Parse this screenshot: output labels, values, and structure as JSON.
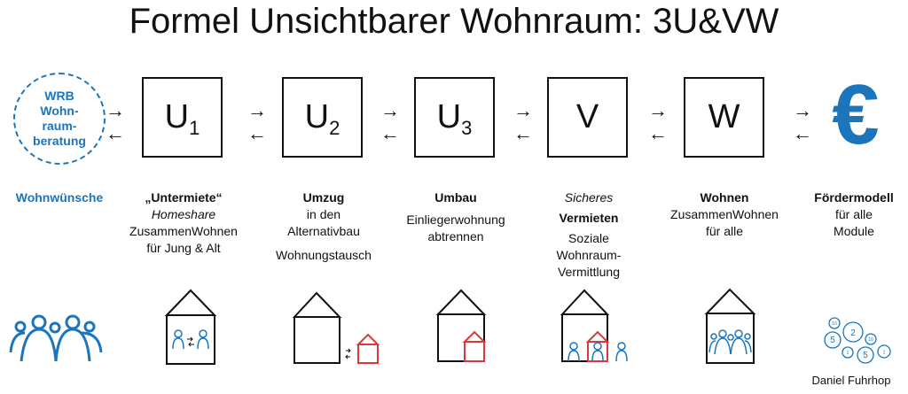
{
  "title": "Formel Unsichtbarer Wohnraum: 3U&VW",
  "wrb": {
    "lines": [
      "WRB",
      "Wohn-",
      "raum-",
      "beratung"
    ]
  },
  "steps": [
    {
      "letter": "U",
      "sub": "1"
    },
    {
      "letter": "U",
      "sub": "2"
    },
    {
      "letter": "U",
      "sub": "3"
    },
    {
      "letter": "V",
      "sub": ""
    },
    {
      "letter": "W",
      "sub": ""
    }
  ],
  "labels": {
    "wrb": "Wohnwünsche",
    "u1": {
      "bold": "„Untermiete“",
      "italic": "Homeshare",
      "rest": [
        "ZusammenWohnen",
        "für Jung & Alt"
      ]
    },
    "u2": {
      "bold": "Umzug",
      "rest": [
        "in den",
        "Alternativbau"
      ],
      "extra": "Wohnungstausch"
    },
    "u3": {
      "bold": "Umbau",
      "rest": [
        "Einliegerwohnung",
        "abtrennen"
      ]
    },
    "v": {
      "italic": "Sicheres",
      "bold": "Vermieten",
      "rest": [
        "Soziale",
        "Wohnraum-",
        "Vermittlung"
      ]
    },
    "w": {
      "bold": "Wohnen",
      "rest": [
        "ZusammenWohnen",
        "für alle"
      ]
    },
    "euro": {
      "bold": "Fördermodell",
      "rest": [
        "für alle",
        "Module"
      ]
    }
  },
  "euro_symbol": "€",
  "arrows": {
    "right": "→",
    "left": "←"
  },
  "coins": [
    "10",
    "5",
    "2",
    "10",
    "1",
    "5",
    "1"
  ],
  "author": "Daniel Fuhrhop",
  "colors": {
    "blue": "#1b75bc",
    "red": "#d9393a",
    "black": "#111111"
  }
}
